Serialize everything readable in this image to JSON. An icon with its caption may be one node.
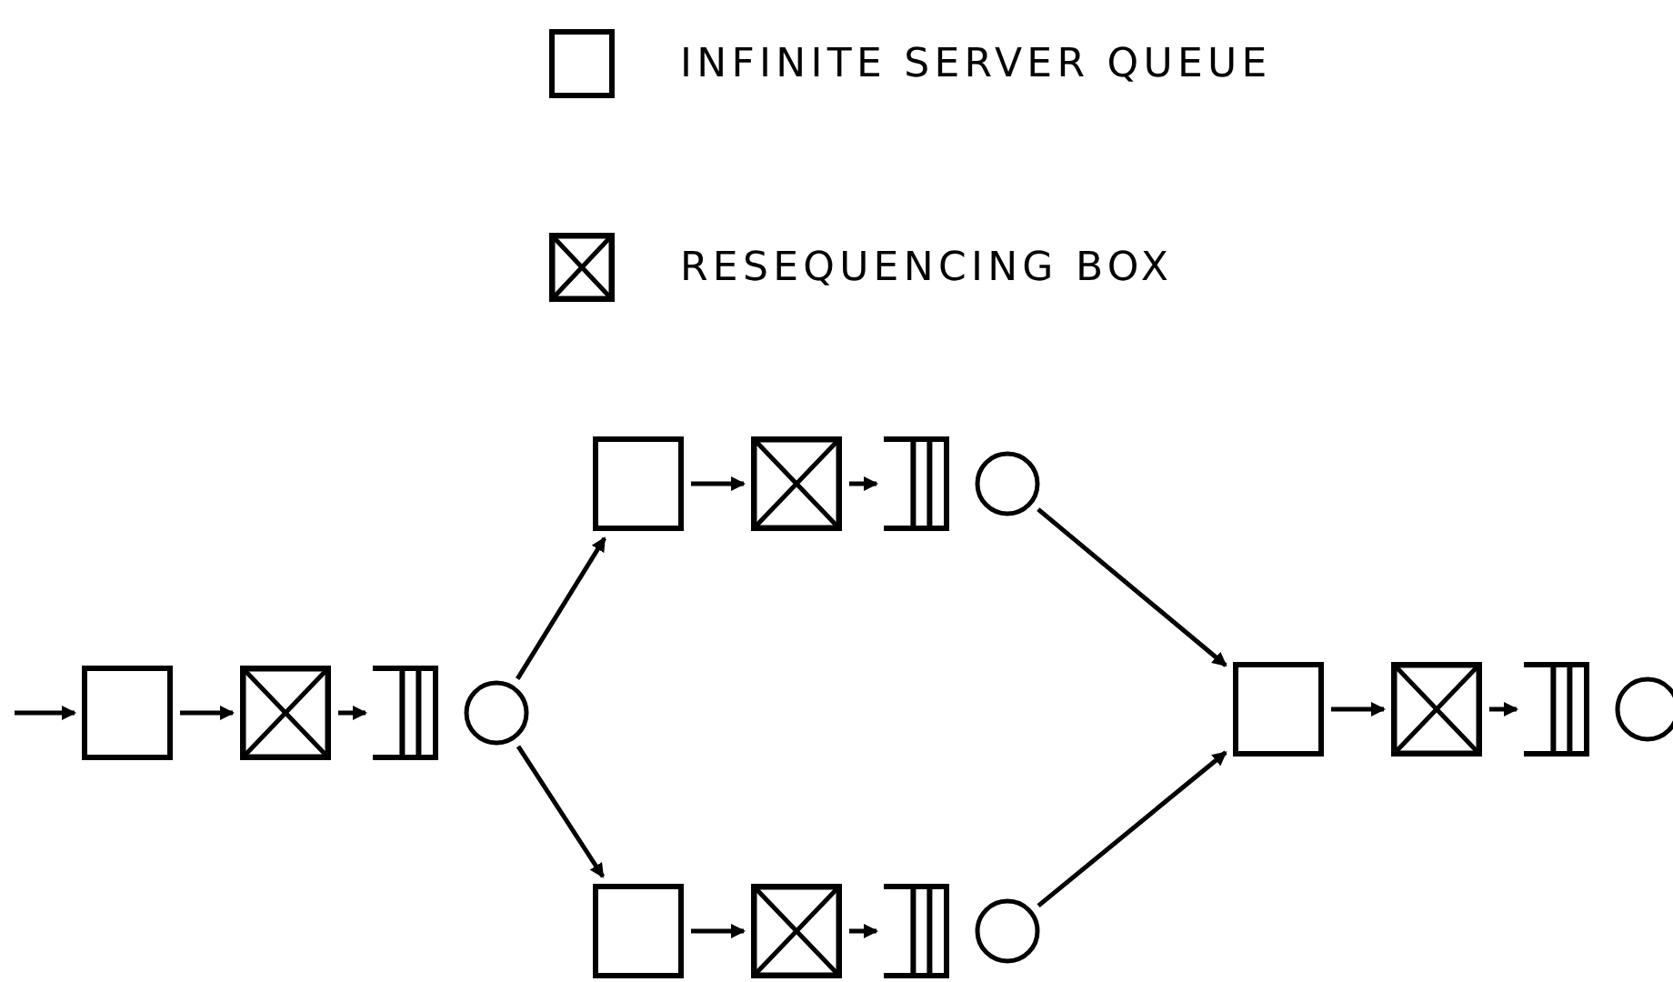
{
  "diagram": {
    "nodes": [
      {
        "text": [],
        "shape": "box"
      },
      {
        "text": [],
        "shape": "crossbox"
      },
      {
        "text": [],
        "shape": "queue"
      },
      {
        "text": [],
        "shape": "circle"
      },
      {
        "text": [],
        "shape": "box"
      },
      {
        "text": [],
        "shape": "crossbox"
      },
      {
        "text": [],
        "shape": "queue"
      },
      {
        "text": [],
        "shape": "circle"
      },
      {
        "text": [],
        "shape": "box"
      },
      {
        "text": [],
        "shape": "crossbox"
      },
      {
        "text": [],
        "shape": "queue"
      },
      {
        "text": [],
        "shape": "circle"
      },
      {
        "text": [],
        "shape": "box"
      },
      {
        "text": [],
        "shape": "crossbox"
      },
      {
        "text": [],
        "shape": "queue"
      },
      {
        "text": [],
        "shape": "circle"
      }
    ],
    "edges": [
      {
        "from": null,
        "to": 0,
        "arrow": "to"
      },
      {
        "from": 0,
        "to": 1,
        "arrow": "to"
      },
      {
        "from": 1,
        "to": 2,
        "arrow": "to"
      },
      {
        "from": 3,
        "to": 4,
        "arrow": "to"
      },
      {
        "from": 3,
        "to": 8,
        "arrow": "to"
      },
      {
        "from": 4,
        "to": 5,
        "arrow": "to"
      },
      {
        "from": 5,
        "to": 6,
        "arrow": "to"
      },
      {
        "from": 8,
        "to": 9,
        "arrow": "to"
      },
      {
        "from": 9,
        "to": 10,
        "arrow": "to"
      },
      {
        "from": 7,
        "to": 12,
        "arrow": "to"
      },
      {
        "from": 11,
        "to": 12,
        "arrow": "to"
      },
      {
        "from": 12,
        "to": 13,
        "arrow": "to"
      },
      {
        "from": 13,
        "to": 14,
        "arrow": "to"
      }
    ],
    "legend": [
      {
        "text": "INFINITE SERVER QUEUE"
      },
      {
        "text": "RESEQUENCING BOX"
      }
    ]
  }
}
